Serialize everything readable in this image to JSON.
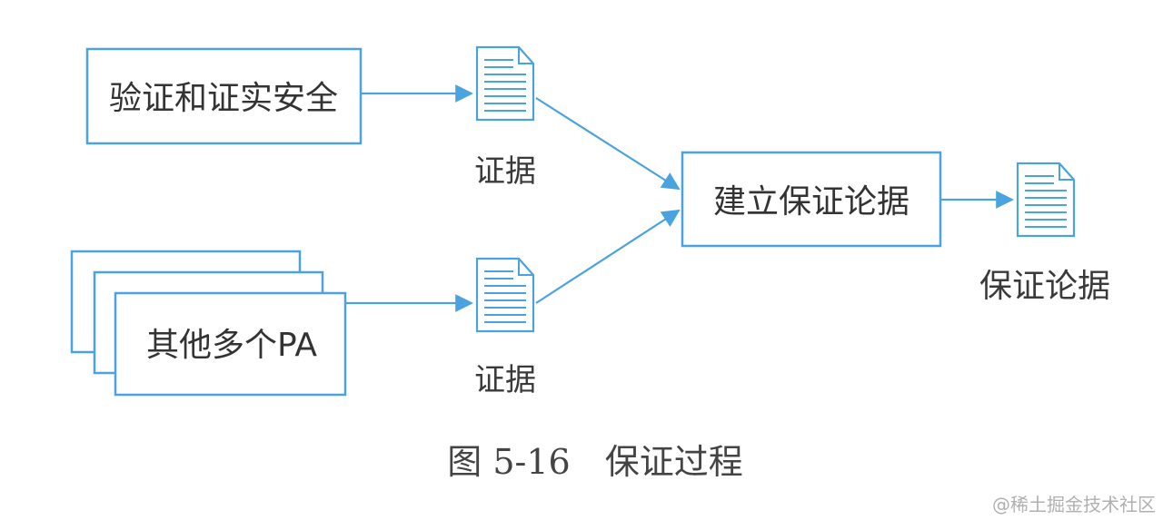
{
  "diagram": {
    "box_verify": "验证和证实安全",
    "box_other_pa": "其他多个PA",
    "box_build": "建立保证论据",
    "label_evidence_1": "证据",
    "label_evidence_2": "证据",
    "label_argument": "保证论据",
    "caption": "图 5-16　保证过程",
    "watermark": "@稀土掘金技术社区"
  },
  "colors": {
    "stroke": "#4aa3df",
    "text": "#333333",
    "background": "#ffffff"
  },
  "icons": {
    "document": "document-icon"
  }
}
